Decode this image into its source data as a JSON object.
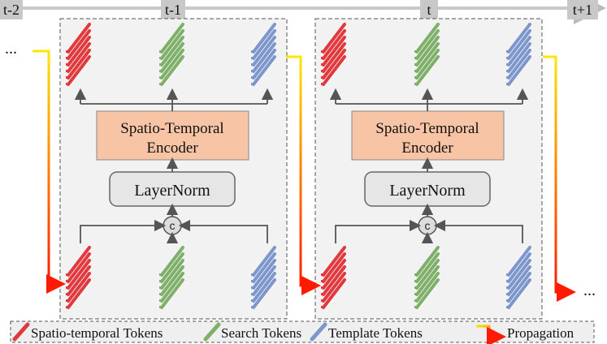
{
  "timeline": {
    "steps": [
      "t-2",
      "t-1",
      "t",
      "t+1"
    ]
  },
  "blocks": [
    {
      "encoder_label_line1": "Spatio-Temporal",
      "encoder_label_line2": "Encoder",
      "norm_label": "LayerNorm",
      "concat_symbol": "c"
    },
    {
      "encoder_label_line1": "Spatio-Temporal",
      "encoder_label_line2": "Encoder",
      "norm_label": "LayerNorm",
      "concat_symbol": "c"
    }
  ],
  "ellipsis_left": "...",
  "ellipsis_right": "...",
  "legend": {
    "items": [
      {
        "label": "Spatio-temporal Tokens",
        "color": "#e03a3e",
        "icon": "red-token-icon"
      },
      {
        "label": "Search Tokens",
        "color": "#7fb069",
        "icon": "green-token-icon"
      },
      {
        "label": "Template Tokens",
        "color": "#7d96cc",
        "icon": "blue-token-icon"
      },
      {
        "label": "Propagation",
        "color": "#ff2a00",
        "icon": "propagation-arrow-icon"
      }
    ]
  },
  "colors": {
    "spatio_temporal": "#e03a3e",
    "search": "#7fb069",
    "template": "#7d96cc",
    "encoder_fill": "#f7c4a5",
    "norm_fill": "#e6e6e6",
    "block_fill": "#f2f2f2",
    "propagation_start": "#ffe600",
    "propagation_end": "#ff1a00"
  }
}
